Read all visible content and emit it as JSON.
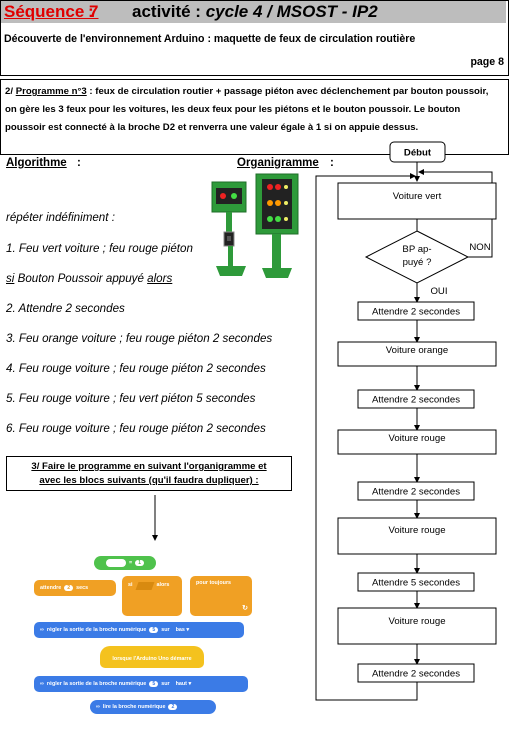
{
  "header": {
    "sequence": "Séquence 7",
    "colon": ":",
    "activity_prefix": "activité :",
    "activity_italic": "cycle 4 / MSOST - IP2",
    "subtitle": "Découverte de l'environnement Arduino : maquette de feux de circulation routière",
    "page": "page 8"
  },
  "task2": {
    "number": "2/",
    "title": "Programme n°3",
    "text": " : feux de circulation routier + passage piéton avec déclenchement par bouton poussoir, on gère les 3 feux pour les voitures, les deux feux pour les piétons et le bouton poussoir. Le bouton poussoir est connecté à la broche D2 et renverra une valeur égale à 1 si on appuie dessus."
  },
  "algorithm": {
    "title": "Algorithme",
    "colon": ":",
    "loop": "répéter indéfiniment :",
    "step1": "1. Feu vert voiture ; feu rouge piéton",
    "cond_si": "si",
    "cond_mid": " Bouton Poussoir appuyé ",
    "cond_alors": "alors",
    "step2": "2. Attendre 2 secondes",
    "step3": "3. Feu orange voiture ; feu rouge piéton 2 secondes",
    "step4": "4. Feu rouge voiture ; feu rouge piéton 2 secondes",
    "step5": "5. Feu rouge voiture ; feu vert piéton 5 secondes",
    "step6": "6. Feu rouge voiture ; feu rouge piéton 2 secondes"
  },
  "organigramme": {
    "title": "Organigramme",
    "colon": ":",
    "start": "Début",
    "n1": "Voiture vert",
    "decision_l1": "BP ap-",
    "decision_l2": "puyé ?",
    "no": "NON",
    "yes": "OUI",
    "n2": "Attendre 2 secondes",
    "n3": "Voiture orange",
    "n4": "Attendre 2 secondes",
    "n5": "Voiture rouge",
    "n6": "Attendre 2 secondes",
    "n7": "Voiture rouge",
    "n8": "Attendre 5 secondes",
    "n9": "Voiture rouge",
    "n10": "Attendre 2 secondes"
  },
  "task3": {
    "line1": "3/ Faire le programme en suivant l'organigramme et",
    "line2": "avec les blocs suivants (qu'il faudra dupliquer) :"
  },
  "blocks": {
    "compare_value": "1",
    "compare_op": "=",
    "wait_label": "attendre",
    "wait_value": "2",
    "wait_unit": "secs",
    "if_label": "si",
    "then_label": "alors",
    "forever_label": "pour toujours",
    "pin_set_low": "régler la sortie de la broche numérique",
    "pin_low_value": "5",
    "pin_low_sur": "sur",
    "pin_low_state": "bas ▾",
    "arduino_start": "lorsque l'Arduino Uno démarre",
    "pin_set_high": "régler la sortie de la broche numérique",
    "pin_high_value": "5",
    "pin_high_sur": "sur",
    "pin_high_state": "haut ▾",
    "read_pin": "lire la broche numérique",
    "read_value": "2"
  }
}
